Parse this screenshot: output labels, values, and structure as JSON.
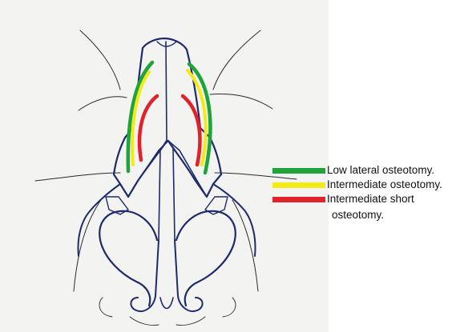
{
  "colors": {
    "ink": "#1e2a6b",
    "thin_ink": "#2a2a2a",
    "green": "#1fa33a",
    "yellow": "#f2ea1a",
    "red": "#e0232a",
    "paper": "#f3f3f1"
  },
  "legend": {
    "items": [
      {
        "color": "#1fa33a",
        "label": "Low lateral osteotomy."
      },
      {
        "color": "#f2ea1a",
        "label": "Intermediate osteotomy."
      },
      {
        "color": "#e0232a",
        "label": "Intermediate short",
        "label_cont": "osteotomy."
      }
    ]
  }
}
